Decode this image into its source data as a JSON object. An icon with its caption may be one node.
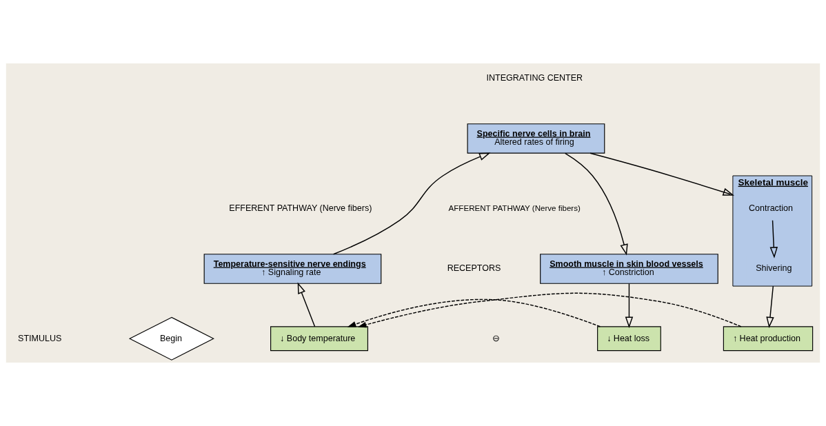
{
  "diagram": {
    "nodes": [
      {
        "text": [
          "Specific nerve cells in brain",
          "Altered rates of firing"
        ]
      },
      {
        "text": [
          "Temperature-sensitive nerve endings",
          "↑ Signaling rate"
        ]
      },
      {
        "text": [
          "Smooth muscle in skin blood vessels",
          "↑ Constriction"
        ]
      },
      {
        "text": [
          "Skeletal muscle"
        ]
      },
      {
        "text": [
          "Contraction"
        ],
        "in": 3
      },
      {
        "text": [
          "Shivering"
        ],
        "in": 3
      },
      {
        "text": [
          "Begin"
        ]
      },
      {
        "text": [
          "↓ Body temperature"
        ]
      },
      {
        "text": [
          "↓ Heat loss"
        ]
      },
      {
        "text": [
          "↑ Heat production"
        ]
      }
    ],
    "edges": [
      {
        "from": 7,
        "to": 1,
        "arrow": "to"
      },
      {
        "from": 1,
        "to": 0,
        "arrow": "to",
        "label": "AFFERENT PATHWAY (Nerve fibers)"
      },
      {
        "from": 0,
        "to": 2,
        "arrow": "to"
      },
      {
        "from": 0,
        "to": 3,
        "arrow": "to"
      },
      {
        "from": 4,
        "to": 5,
        "arrow": "to"
      },
      {
        "from": 2,
        "to": 8,
        "arrow": "to"
      },
      {
        "from": 3,
        "to": 9,
        "arrow": "to"
      },
      {
        "from": 8,
        "to": 7,
        "arrow": "to",
        "style": "dashed"
      },
      {
        "from": 9,
        "to": 7,
        "arrow": "to",
        "style": "dashed"
      }
    ],
    "labels": [
      "INTEGRATING CENTER",
      "EFFERENT PATHWAY (Nerve fibers)",
      "RECEPTORS",
      "STIMULUS",
      "⊖"
    ]
  }
}
